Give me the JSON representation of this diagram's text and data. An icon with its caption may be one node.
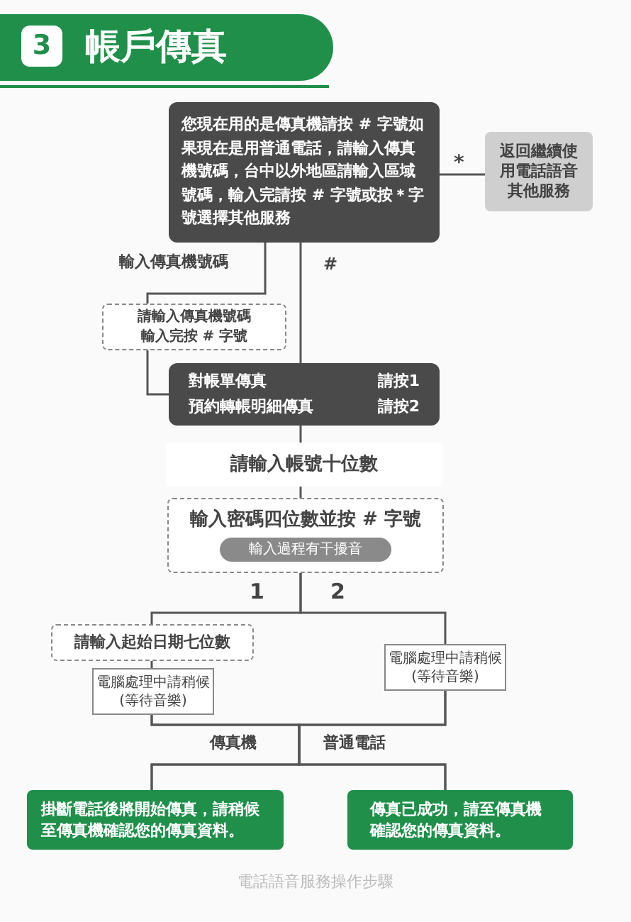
{
  "diagram": {
    "title": "帳戶傳真",
    "nodes": [
      {
        "text": [
          "您現在用的是傳真機請按 # 字號如果現在是用普通電話，請輸入傳真機號碼，台中以外地區請輸入區域號碼，輸入完請按 # 字號或按＊字號選擇其他服務"
        ]
      },
      {
        "text": [
          "返回繼續使用電話語音其他服務"
        ]
      },
      {
        "text": [
          "請輸入傳真機號碼輸入完按 # 字號"
        ]
      },
      {
        "text": [
          "對帳單傳真",
          "請按1",
          "預約轉帳明細傳真",
          "請按2"
        ]
      },
      {
        "text": [
          "請輸入帳號十位數"
        ]
      },
      {
        "text": [
          "輸入密碼四位數並按 # 字號"
        ]
      },
      {
        "text": [
          "輸入過程有干擾音"
        ],
        "in": 5
      },
      {
        "text": [
          "請輸入起始日期七位數"
        ]
      },
      {
        "text": [
          "電腦處理中請稍候(等待音樂)"
        ]
      },
      {
        "text": [
          "電腦處理中請稍候(等待音樂)"
        ]
      },
      {
        "text": [
          "掛斷電話後將開始傳真，請稍候至傳真機確認您的傳真資料。"
        ]
      },
      {
        "text": [
          "傳真已成功，請至傳真機確認您的傳真資料。"
        ]
      }
    ],
    "edges": [
      {
        "from": 0,
        "to": 1,
        "arrow": "none",
        "label": "*"
      },
      {
        "from": 0,
        "to": 2,
        "arrow": "none",
        "label": "輸入傳真機號碼"
      },
      {
        "from": 2,
        "to": 3,
        "arrow": "none"
      },
      {
        "from": 0,
        "to": 3,
        "arrow": "none",
        "label": "#"
      },
      {
        "from": 3,
        "to": 4,
        "arrow": "none"
      },
      {
        "from": 4,
        "to": 5,
        "arrow": "none"
      },
      {
        "from": 5,
        "to": 7,
        "arrow": "none",
        "label": "1"
      },
      {
        "from": 5,
        "to": 9,
        "arrow": "none",
        "label": "2"
      },
      {
        "from": 7,
        "to": 8,
        "arrow": "none"
      },
      {
        "from": 8,
        "to": 10,
        "arrow": "none",
        "label": "傳真機"
      },
      {
        "from": 8,
        "to": 11,
        "arrow": "none",
        "label": "普通電話"
      },
      {
        "from": 9,
        "to": 10,
        "arrow": "none"
      },
      {
        "from": 9,
        "to": 11,
        "arrow": "none"
      }
    ],
    "labels": [
      "3"
    ],
    "caption": "電話語音服務操作步驟"
  }
}
